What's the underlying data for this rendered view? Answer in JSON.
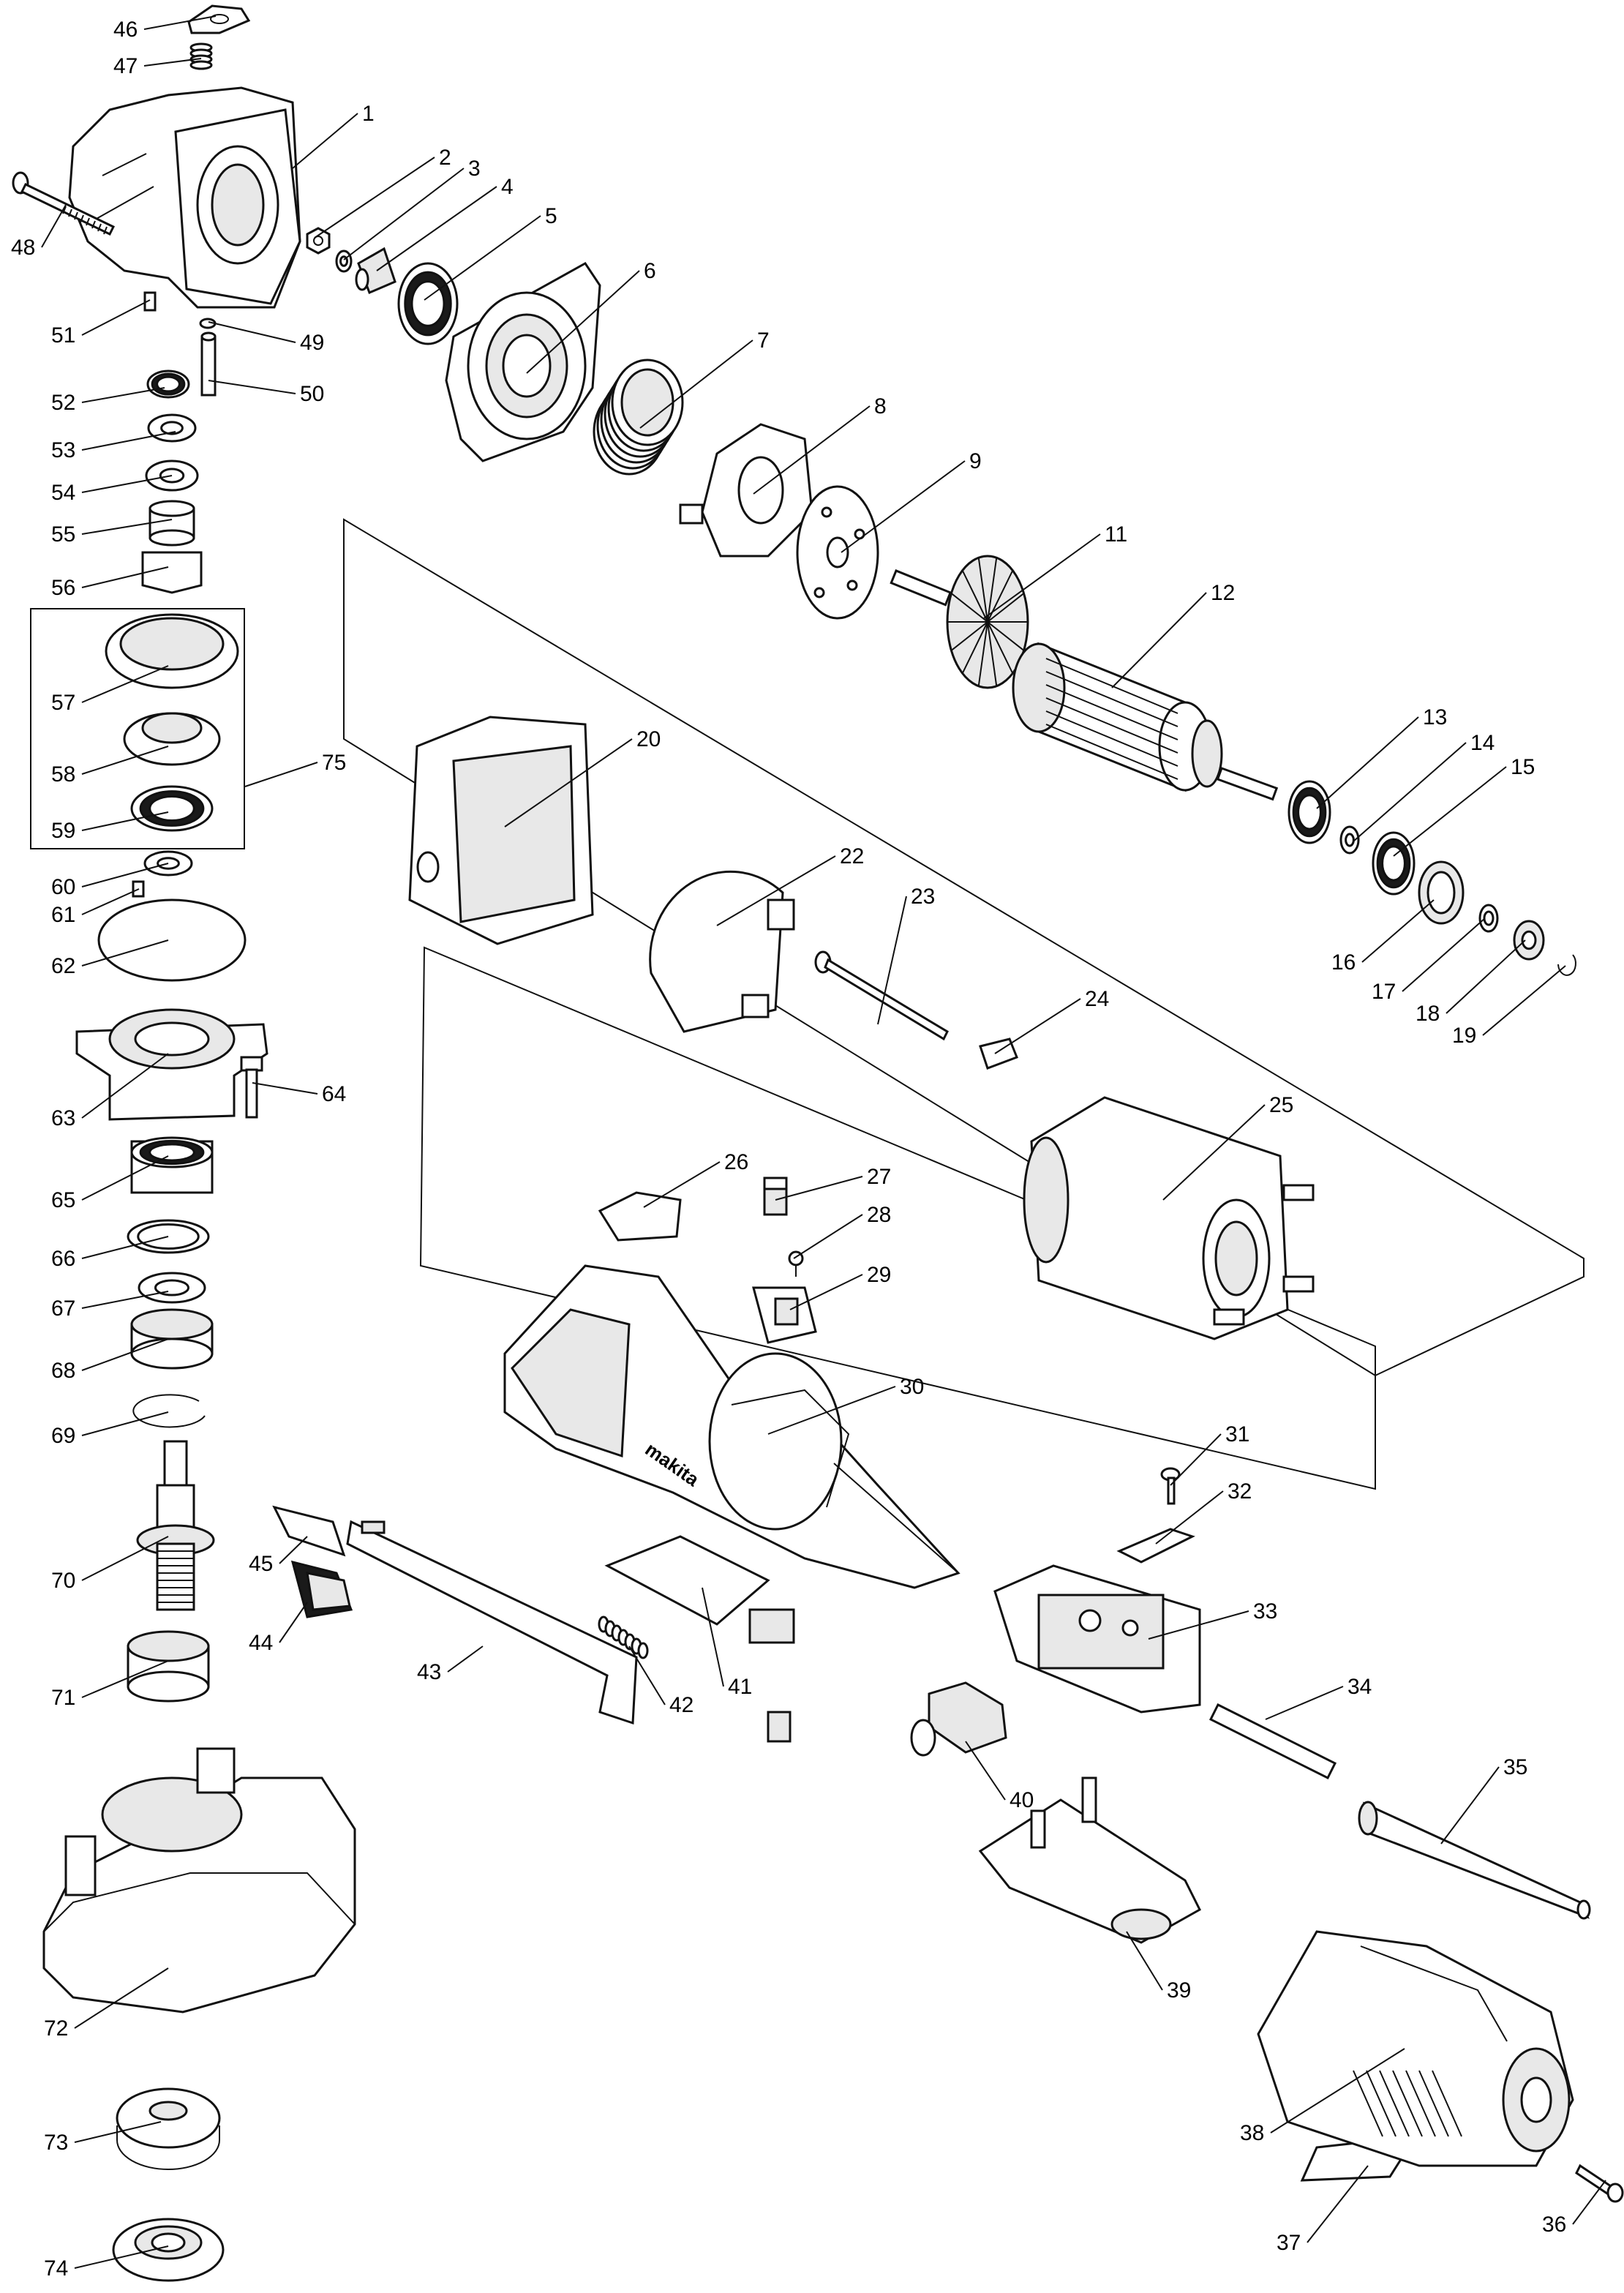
{
  "diagram": {
    "brand_label": "makita",
    "part_numbers": [
      "1",
      "2",
      "3",
      "4",
      "5",
      "6",
      "7",
      "8",
      "9",
      "11",
      "12",
      "13",
      "14",
      "15",
      "16",
      "17",
      "18",
      "19",
      "20",
      "22",
      "23",
      "24",
      "25",
      "26",
      "27",
      "28",
      "29",
      "30",
      "31",
      "32",
      "33",
      "34",
      "35",
      "36",
      "37",
      "38",
      "39",
      "40",
      "41",
      "42",
      "43",
      "44",
      "45",
      "46",
      "47",
      "48",
      "49",
      "50",
      "51",
      "52",
      "53",
      "54",
      "55",
      "56",
      "57",
      "58",
      "59",
      "60",
      "61",
      "62",
      "63",
      "64",
      "65",
      "66",
      "67",
      "68",
      "69",
      "70",
      "71",
      "72",
      "73",
      "74",
      "75"
    ]
  },
  "colors": {
    "line": "#111111",
    "fill": "#ffffff",
    "shade": "#e8e8e8",
    "dark": "#1a1a1a"
  }
}
